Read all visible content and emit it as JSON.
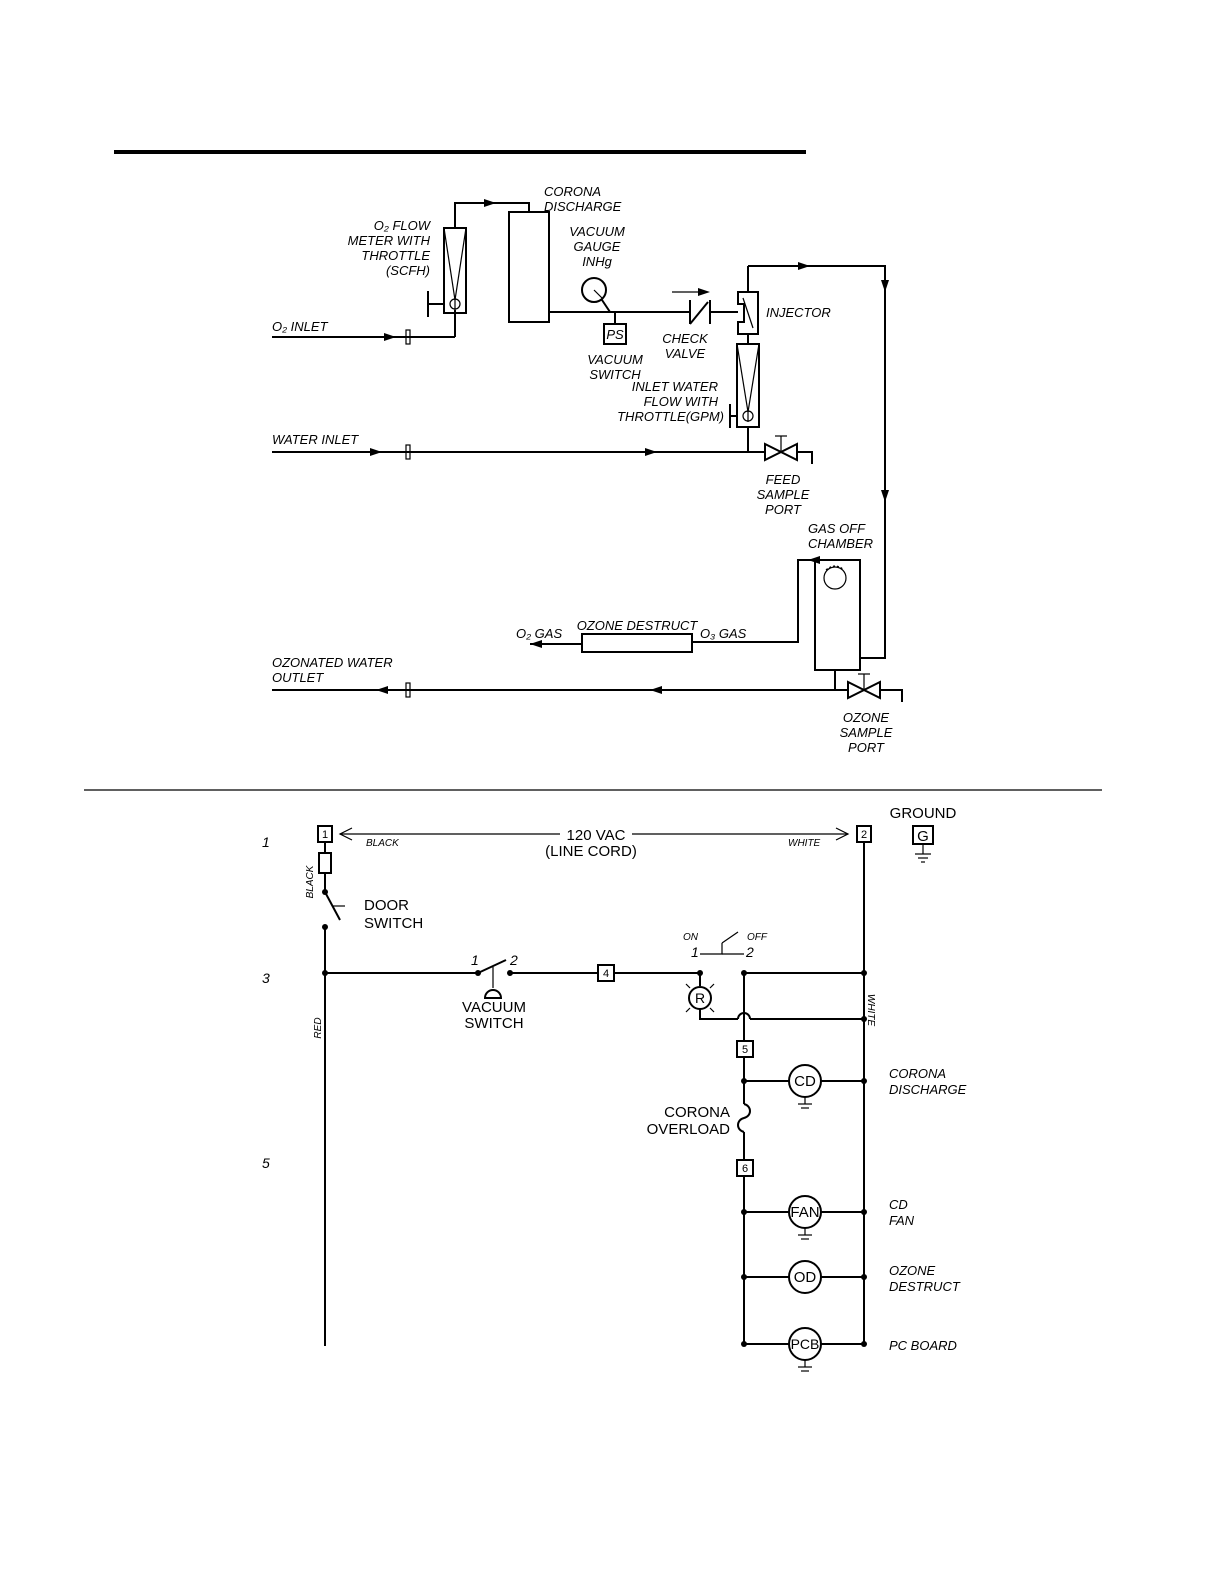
{
  "flow_diagram": {
    "o2_flow_meter": [
      "O₂ FLOW",
      "METER WITH",
      "THROTTLE",
      "(SCFH)"
    ],
    "corona_discharge": [
      "CORONA",
      "DISCHARGE"
    ],
    "vacuum_gauge": [
      "VACUUM",
      "GAUGE",
      "INHg"
    ],
    "ps_symbol": "PS",
    "vacuum_switch": [
      "VACUUM",
      "SWITCH"
    ],
    "check_valve": [
      "CHECK",
      "VALVE"
    ],
    "injector": "INJECTOR",
    "inlet_water_flow": [
      "INLET WATER",
      "FLOW WITH",
      "THROTTLE(GPM)"
    ],
    "o2_inlet": "O₂ INLET",
    "water_inlet": "WATER INLET",
    "feed_sample_port": [
      "FEED",
      "SAMPLE",
      "PORT"
    ],
    "gas_off_chamber": [
      "GAS OFF",
      "CHAMBER"
    ],
    "o2_gas": "O₂ GAS",
    "ozone_destruct": "OZONE DESTRUCT",
    "o3_gas": "O₃ GAS",
    "ozonated_water_outlet": [
      "OZONATED WATER",
      "OUTLET"
    ],
    "ozone_sample_port": [
      "OZONE",
      "SAMPLE",
      "PORT"
    ]
  },
  "wiring_diagram": {
    "line_numbers": [
      "1",
      "3",
      "5"
    ],
    "terminal_1": "1",
    "terminal_2": "2",
    "black_left": "BLACK",
    "black_vertical": "BLACK",
    "vac_label": "120 VAC",
    "line_cord": "(LINE CORD)",
    "white_top": "WHITE",
    "ground": "GROUND",
    "ground_symbol": "G",
    "door_switch": [
      "DOOR",
      "SWITCH"
    ],
    "vac_switch_pin_1": "1",
    "vac_switch_pin_2": "2",
    "vacuum_switch": [
      "VACUUM",
      "SWITCH"
    ],
    "terminal_4": "4",
    "on_label": "ON",
    "off_label": "OFF",
    "onoff_pin_1": "1",
    "onoff_pin_2": "2",
    "relay": "R",
    "white_vertical": "WHITE",
    "red_vertical": "RED",
    "terminal_5": "5",
    "terminal_6": "6",
    "corona_overload": [
      "CORONA",
      "OVERLOAD"
    ],
    "loads": [
      {
        "symbol": "CD",
        "label": [
          "CORONA",
          "DISCHARGE"
        ]
      },
      {
        "symbol": "FAN",
        "label": [
          "CD",
          "FAN"
        ]
      },
      {
        "symbol": "OD",
        "label": [
          "OZONE",
          "DESTRUCT"
        ]
      },
      {
        "symbol": "PCB",
        "label": [
          "PC  BOARD"
        ]
      }
    ]
  }
}
